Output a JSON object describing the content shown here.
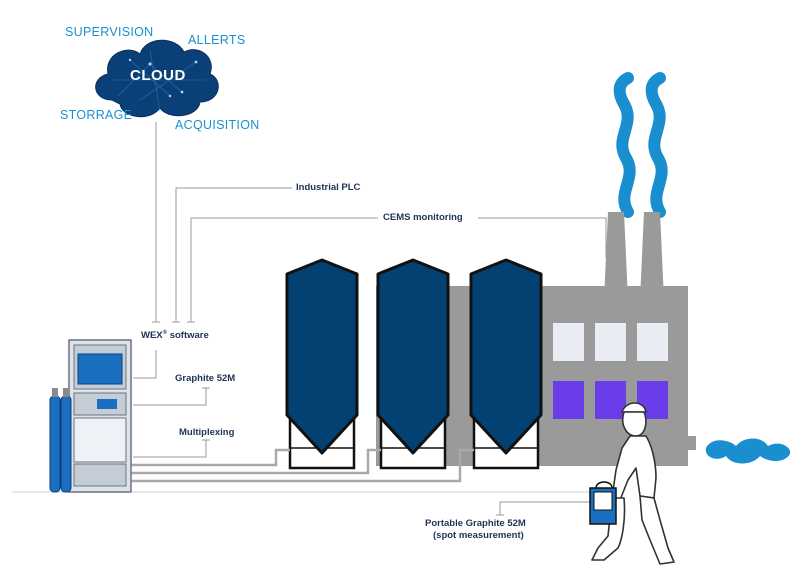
{
  "cloud": {
    "title": "CLOUD",
    "labels": {
      "supervision": "SUPERVISION",
      "allerts": "ALLERTS",
      "storrage": "STORRAGE",
      "acquisition": "ACQUISITION"
    }
  },
  "connections": {
    "plc": "Industrial PLC",
    "cems": "CEMS monitoring",
    "software_pre": "WEX",
    "software_sup": "®",
    "software_post": " software",
    "graphite": "Graphite 52M",
    "multiplexing": "Multiplexing",
    "portable_line1": "Portable Graphite 52M",
    "portable_line2": "(spot measurement)"
  },
  "colors": {
    "silo": "#034172",
    "factory": "#9a9a9a",
    "window_light": "#e9edf3",
    "window_purple": "#6a3de8",
    "smoke": "#1a8fd0",
    "pipe": "#a9a9a9",
    "leader": "#9a9a9a",
    "text_dark": "#1f3354"
  }
}
